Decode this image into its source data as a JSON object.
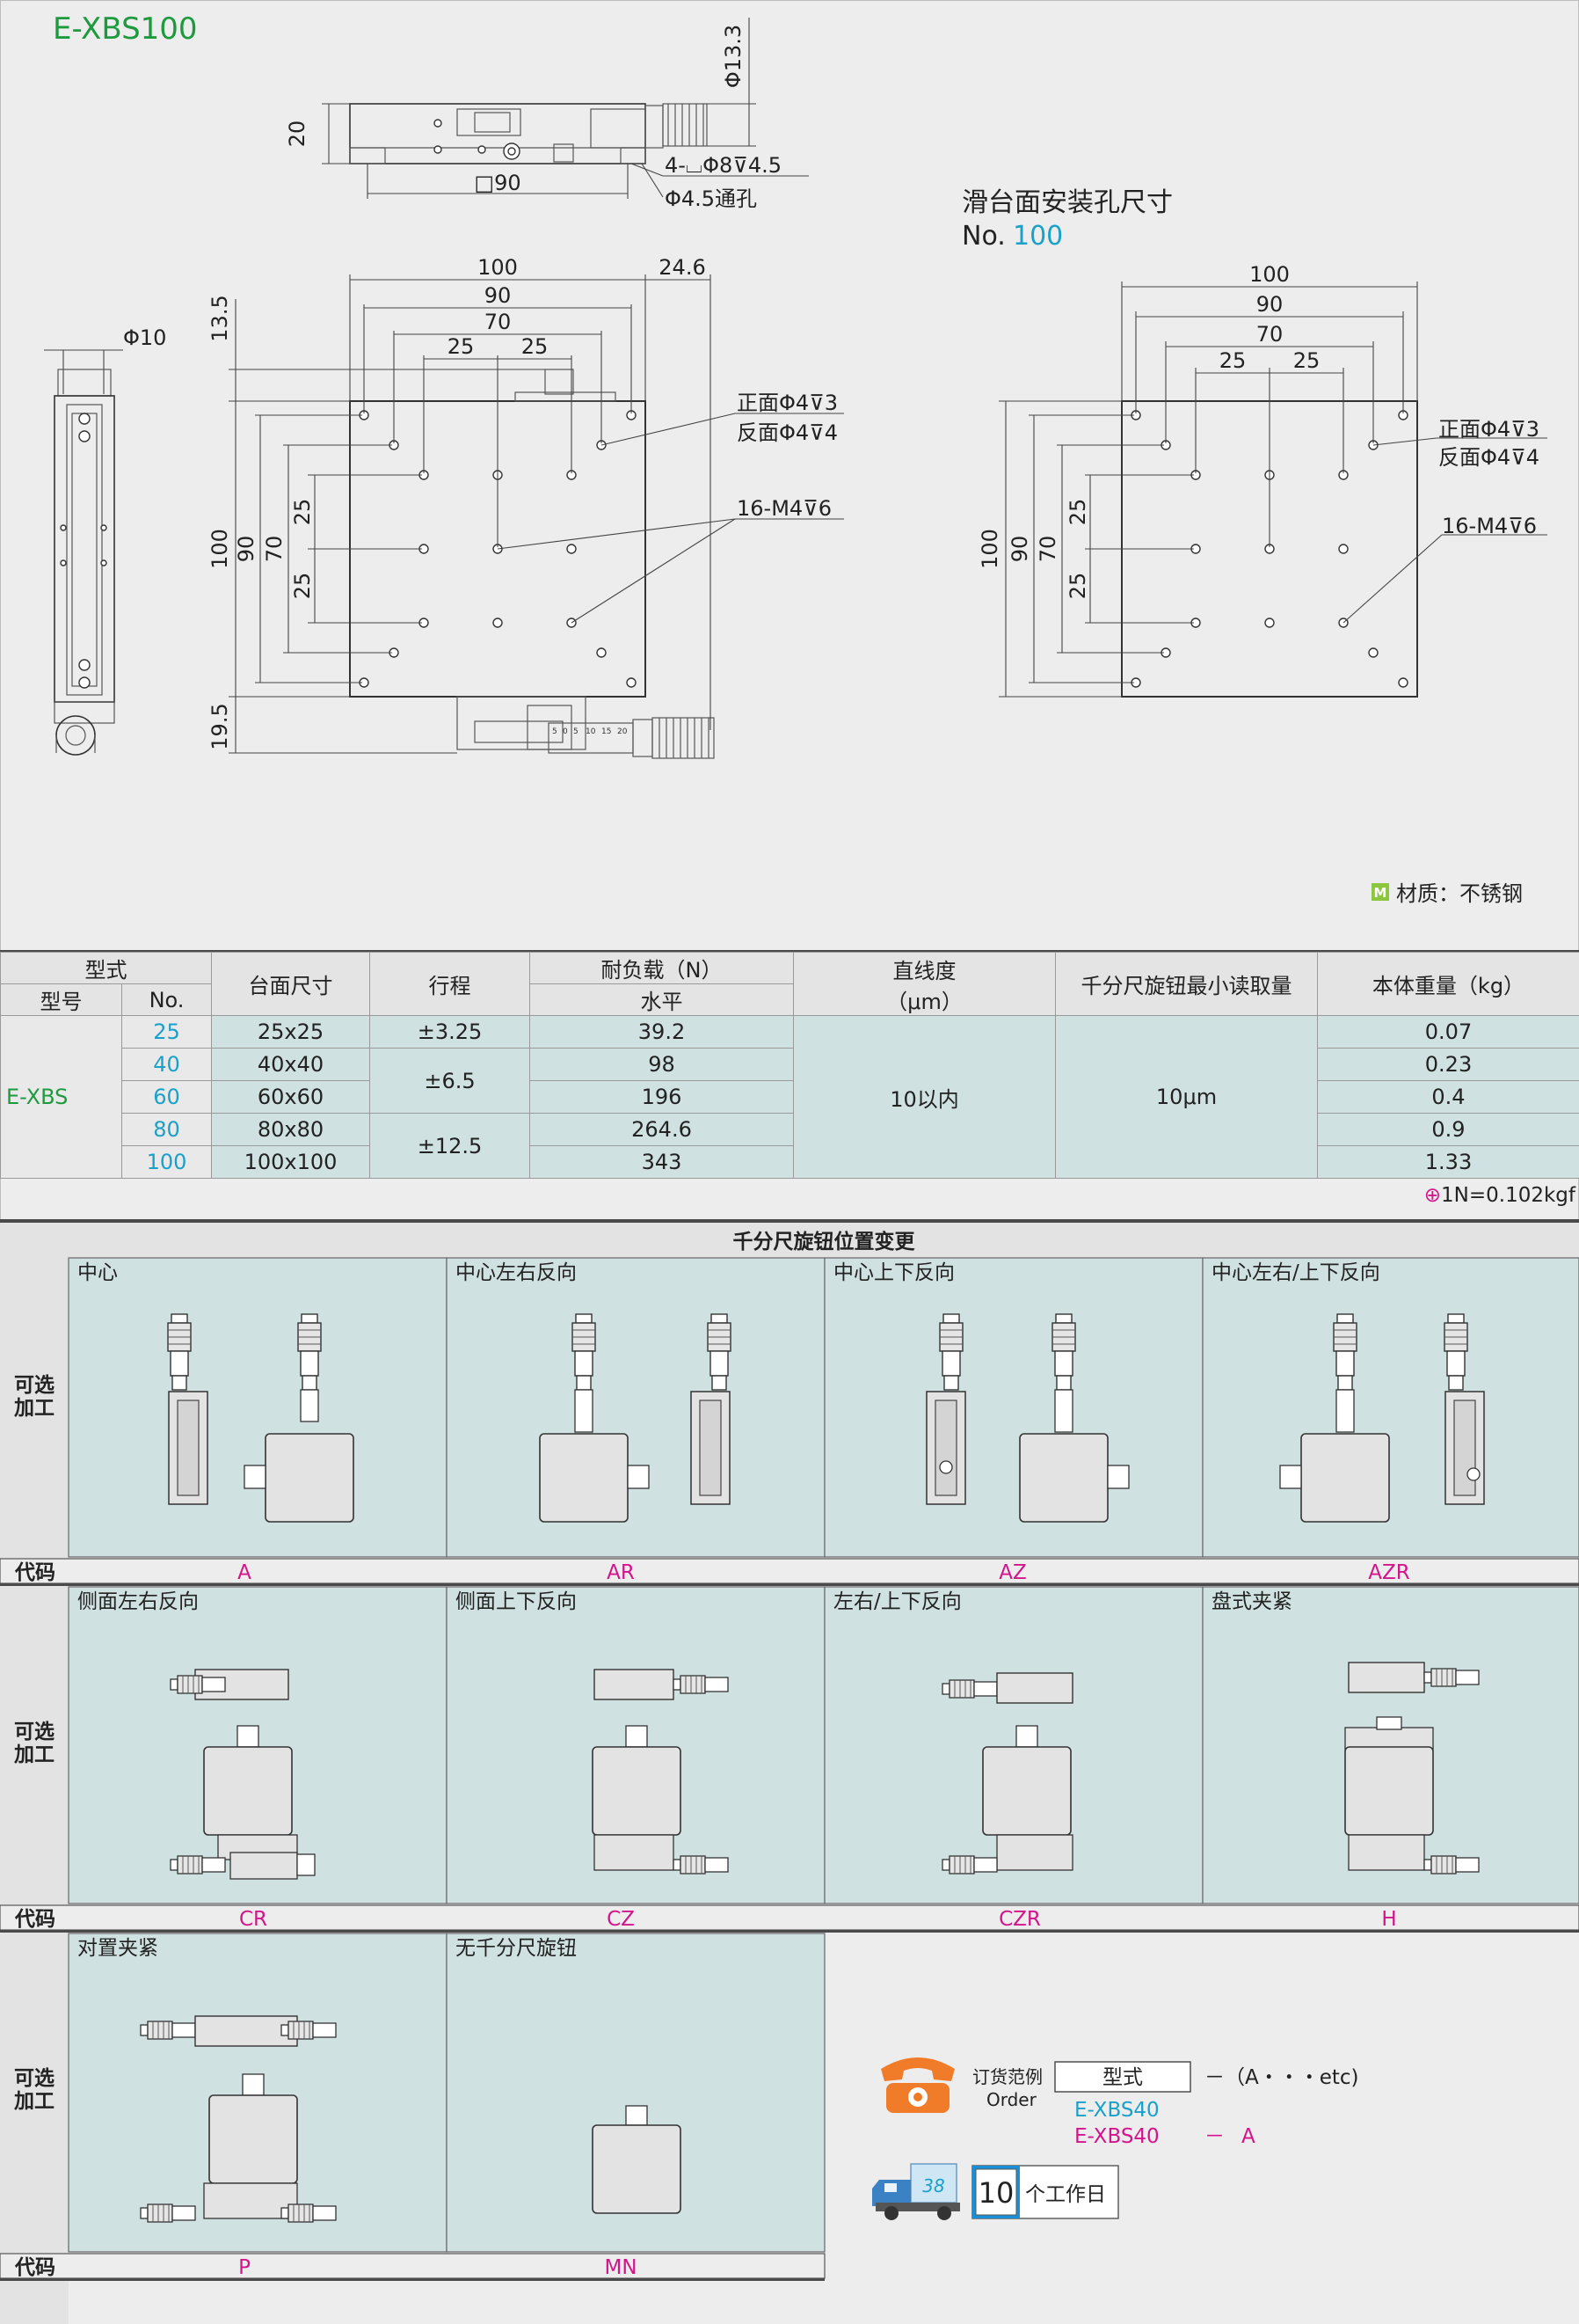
{
  "model_title": "E-XBS100",
  "drawing": {
    "side_dims": {
      "height": "20",
      "phi133": "Φ13.3",
      "square": "□90"
    },
    "counterbore": "4-⌴Φ8⊽4.5",
    "through_hole": "Φ4.5通孔",
    "left_view": {
      "phi10": "Φ10"
    },
    "top_dims": {
      "w100": "100",
      "w90": "90",
      "w70": "70",
      "w25a": "25",
      "w25b": "25",
      "d246": "24.6",
      "d135": "13.5",
      "h100": "100",
      "h90": "90",
      "h70": "70",
      "h25a": "25",
      "h25b": "25",
      "d195": "19.5"
    },
    "hole_note_front": "正面Φ4⊽3",
    "hole_note_back": "反面Φ4⊽4",
    "tap_note": "16-M4⊽6",
    "micrometer_scale": [
      "5",
      "0",
      "5",
      "10",
      "15",
      "20"
    ]
  },
  "mount": {
    "title": "滑台面安装孔尺寸",
    "no_prefix": "No.",
    "no_value": "100",
    "dims": {
      "w100": "100",
      "w90": "90",
      "w70": "70",
      "w25a": "25",
      "w25b": "25",
      "h100": "100",
      "h90": "90",
      "h70": "70",
      "h25a": "25",
      "h25b": "25"
    },
    "hole_note_front": "正面Φ4⊽3",
    "hole_note_back": "反面Φ4⊽4",
    "tap_note": "16-M4⊽6"
  },
  "material": {
    "badge": "M",
    "text": "材质：不锈钢"
  },
  "spec_table": {
    "headers": {
      "type_group": "型式",
      "model": "型号",
      "no": "No.",
      "table_size": "台面尺寸",
      "stroke": "行程",
      "load_group": "耐负载（N）",
      "load_h": "水平",
      "straightness": "直线度",
      "straightness_unit": "（μm）",
      "micrometer": "千分尺旋钮最小读取量",
      "weight": "本体重量（kg）"
    },
    "model_name": "E-XBS",
    "rows": [
      {
        "no": "25",
        "size": "25x25",
        "stroke": "±3.25",
        "load": "39.2",
        "weight": "0.07"
      },
      {
        "no": "40",
        "size": "40x40",
        "stroke": "±6.5",
        "load": "98",
        "weight": "0.23"
      },
      {
        "no": "60",
        "size": "60x60",
        "stroke": "",
        "load": "196",
        "weight": "0.4"
      },
      {
        "no": "80",
        "size": "80x80",
        "stroke": "±12.5",
        "load": "264.6",
        "weight": "0.9"
      },
      {
        "no": "100",
        "size": "100x100",
        "stroke": "",
        "load": "343",
        "weight": "1.33"
      }
    ],
    "straightness_value": "10以内",
    "micrometer_value": "10μm",
    "note": "1N=0.102kgf"
  },
  "options": {
    "header": "千分尺旋钮位置变更",
    "side_label": "可选加工",
    "code_label": "代码",
    "rows": [
      [
        {
          "label": "中心",
          "code": "A"
        },
        {
          "label": "中心左右反向",
          "code": "AR"
        },
        {
          "label": "中心上下反向",
          "code": "AZ"
        },
        {
          "label": "中心左右/上下反向",
          "code": "AZR"
        }
      ],
      [
        {
          "label": "侧面左右反向",
          "code": "CR"
        },
        {
          "label": "侧面上下反向",
          "code": "CZ"
        },
        {
          "label": "左右/上下反向",
          "code": "CZR"
        },
        {
          "label": "盘式夹紧",
          "code": "H"
        }
      ],
      [
        {
          "label": "对置夹紧",
          "code": "P"
        },
        {
          "label": "无千分尺旋钮",
          "code": "MN"
        }
      ]
    ]
  },
  "order": {
    "label_cn": "订货范例",
    "label_en": "Order",
    "box": "型式",
    "suffix": "－（A・・・etc)",
    "example1": "E-XBS40",
    "example2_model": "E-XBS40",
    "example2_dash": "－",
    "example2_code": "A",
    "truck_text": "38",
    "days_number": "10",
    "days_text": "个工作日"
  },
  "colors": {
    "teal_bg": "#cfe1e0",
    "accent_teal": "#1aa0c9",
    "accent_magenta": "#d4148b",
    "accent_green": "#1e9a3e",
    "phone_orange": "#f07c2a"
  }
}
